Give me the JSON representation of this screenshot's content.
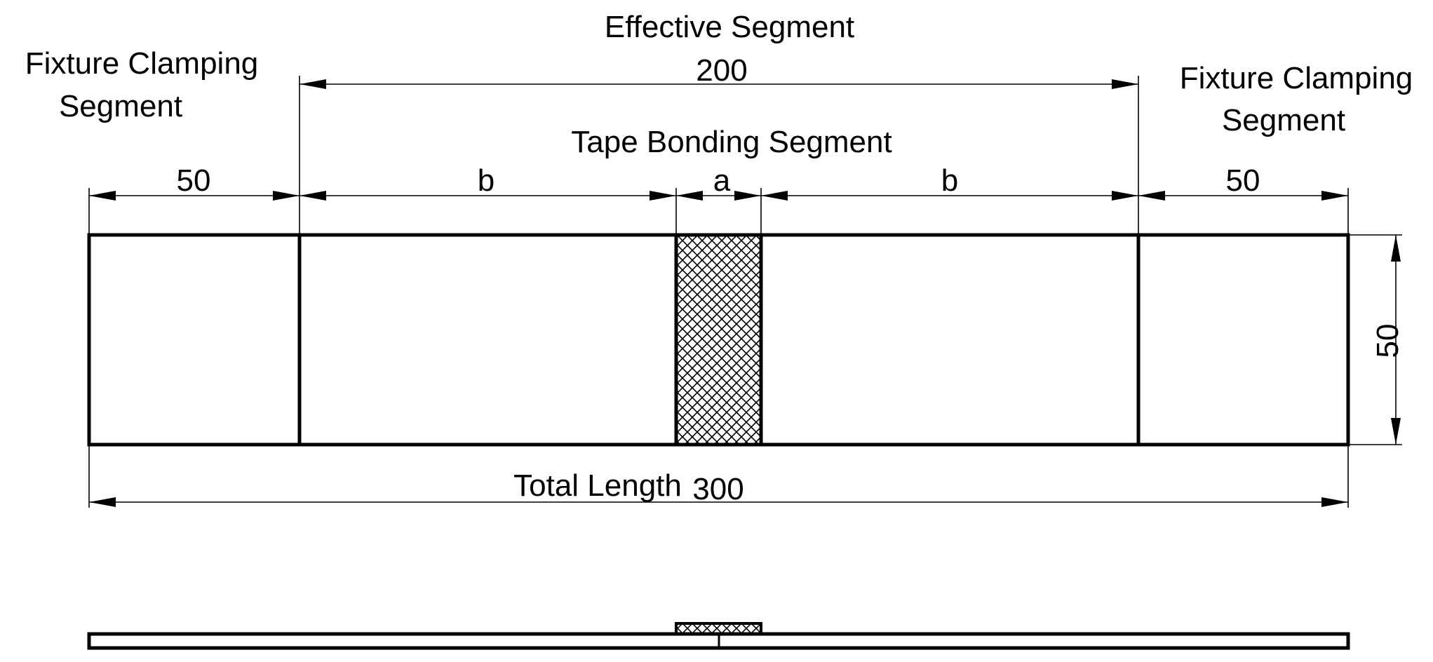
{
  "labels": {
    "left_clamp_line1": "Fixture Clamping",
    "left_clamp_line2": "Segment",
    "right_clamp_line1": "Fixture Clamping",
    "right_clamp_line2": "Segment",
    "effective_segment": "Effective Segment",
    "effective_length": "200",
    "tape_bonding_segment": "Tape Bonding Segment",
    "left_clamp_length": "50",
    "left_b": "b",
    "tape_a": "a",
    "right_b": "b",
    "right_clamp_length": "50",
    "width": "50",
    "total_length_text": "Total Length",
    "total_length_value": "300"
  },
  "colors": {
    "line": "#000000",
    "background": "#ffffff"
  }
}
